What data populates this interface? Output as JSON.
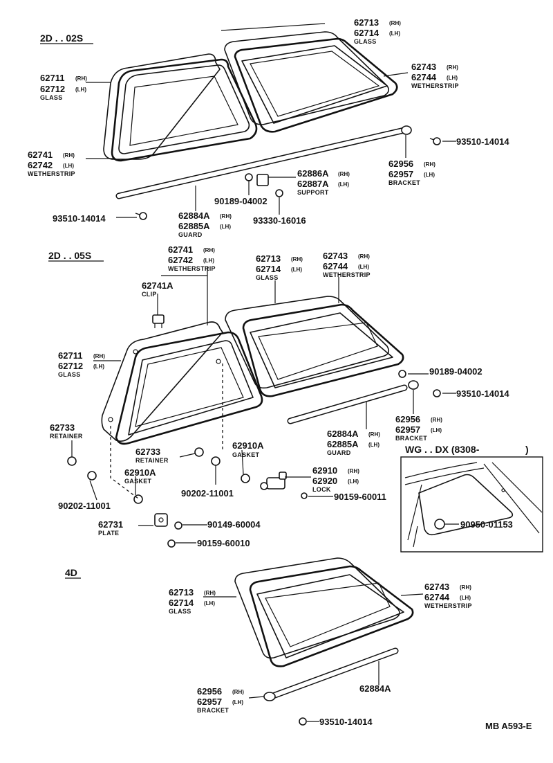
{
  "sections": {
    "s1": "2D . . 02S",
    "s2": "2D . . 05S",
    "s3": "4D",
    "inset": "WG . . DX (8308-",
    "inset_close": ")"
  },
  "rh": "(RH)",
  "lh": "(LH)",
  "labels": {
    "glass": "GLASS",
    "wetherstrip": "WETHERSTRIP",
    "bracket": "BRACKET",
    "support": "SUPPORT",
    "guard": "GUARD",
    "clip": "CLIP",
    "retainer": "RETAINER",
    "gasket": "GASKET",
    "lock": "LOCK",
    "plate": "PLATE"
  },
  "parts": {
    "p62713": "62713",
    "p62714": "62714",
    "p62711": "62711",
    "p62712": "62712",
    "p62743": "62743",
    "p62744": "62744",
    "p62741": "62741",
    "p62742": "62742",
    "p62741A": "62741A",
    "p62956": "62956",
    "p62957": "62957",
    "p62886A": "62886A",
    "p62887A": "62887A",
    "p62884A": "62884A",
    "p62885A": "62885A",
    "p62733": "62733",
    "p62910A": "62910A",
    "p62910": "62910",
    "p62920": "62920",
    "p62731": "62731",
    "b93510": "93510-14014",
    "b90189": "90189-04002",
    "b93330": "93330-16016",
    "b90202": "90202-11001",
    "b90159a": "90159-60011",
    "b90149": "90149-60004",
    "b90159b": "90159-60010",
    "b90950": "90950-01153"
  },
  "footer": {
    "code": "MB A593-E"
  }
}
